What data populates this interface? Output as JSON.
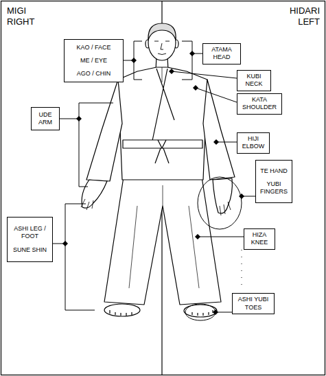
{
  "diagram": {
    "nodes": [
      {
        "text": [
          "KAO / FACE",
          "ME / EYE",
          "AGO / CHIN"
        ]
      },
      {
        "text": [
          "ATAMA HEAD"
        ]
      },
      {
        "text": [
          "KUBI NECK"
        ]
      },
      {
        "text": [
          "KATA SHOULDER"
        ]
      },
      {
        "text": [
          "UDE ARM"
        ]
      },
      {
        "text": [
          "HIJI ELBOW"
        ]
      },
      {
        "text": [
          "TE HAND",
          "YUBI FINGERS"
        ]
      },
      {
        "text": [
          "ASHI LEG / FOOT",
          "SUNE SHIN"
        ]
      },
      {
        "text": [
          "HIZA KNEE"
        ]
      },
      {
        "text": [
          "ASHI YUBI TOES"
        ]
      }
    ],
    "labels": [
      "MIGI RIGHT",
      "HIDARI LEFT"
    ]
  }
}
